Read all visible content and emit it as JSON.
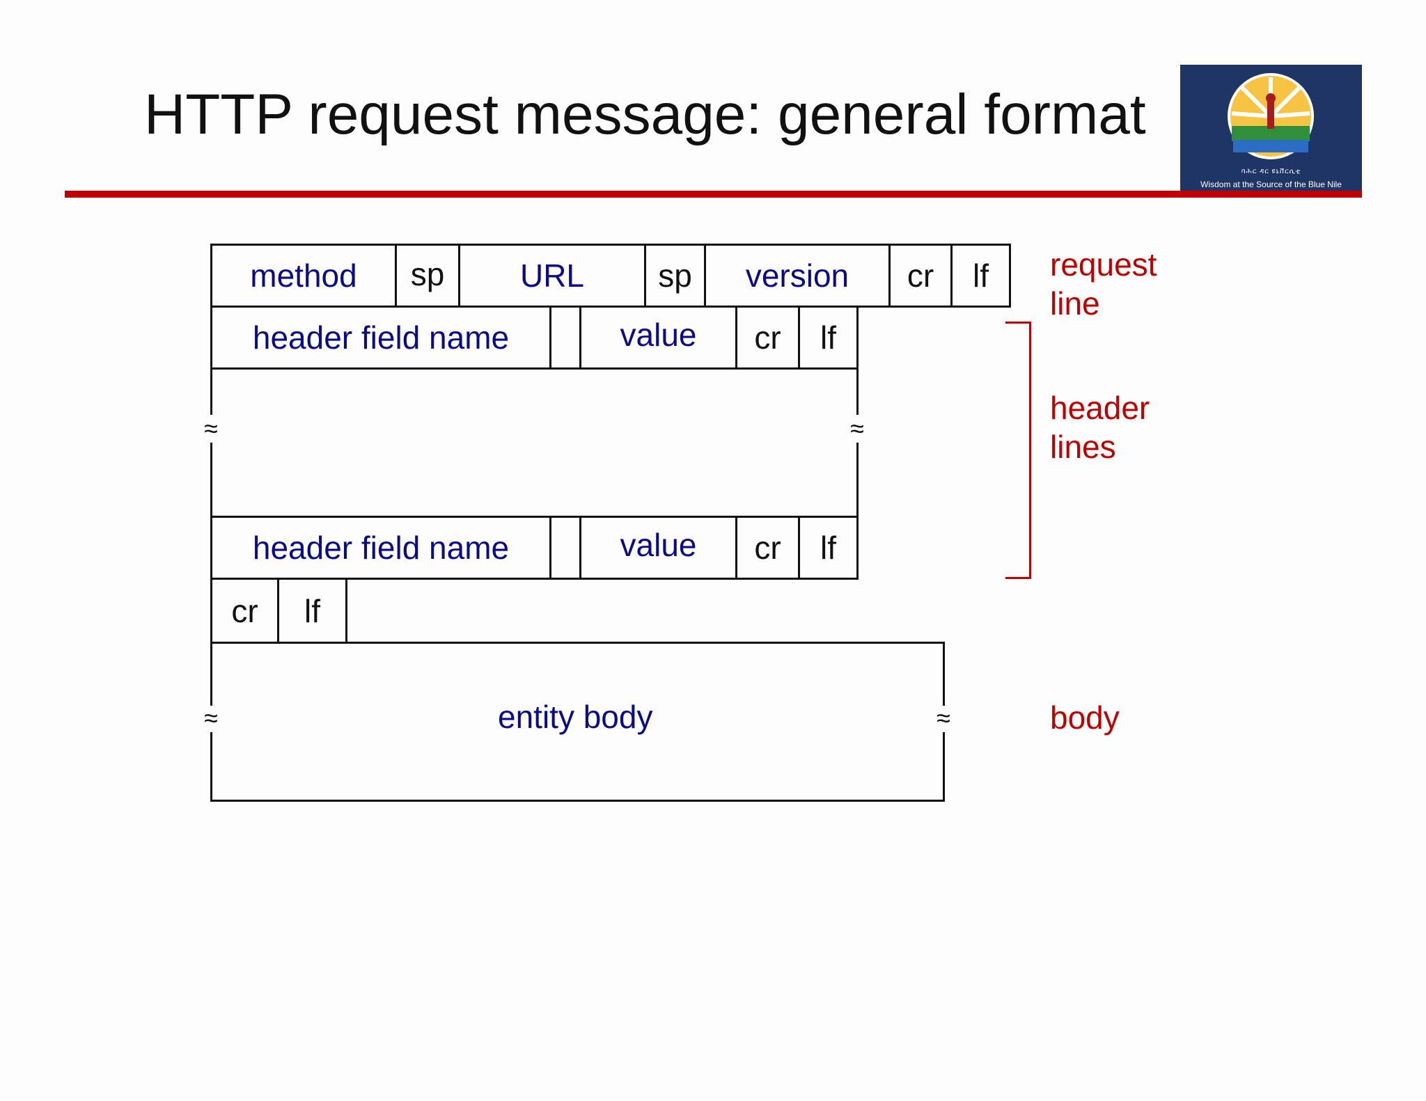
{
  "title": "HTTP request message: general format",
  "logo": {
    "amharic": "ባሕር ዳር ዩኒቨርሲቲ",
    "tagline": "Wisdom at the Source of the Blue Nile"
  },
  "colors": {
    "field_text": "#0a0a8c",
    "label_red": "#c00000",
    "rule_red": "#c00000",
    "logo_bg": "#1f3566"
  },
  "request_line": {
    "method": "method",
    "sp1": "sp",
    "url": "URL",
    "sp2": "sp",
    "version": "version",
    "cr": "cr",
    "lf": "lf"
  },
  "header_row_1": {
    "name": "header field name",
    "value": "value",
    "cr": "cr",
    "lf": "lf"
  },
  "header_row_2": {
    "name": "header field name",
    "value": "value",
    "cr": "cr",
    "lf": "lf"
  },
  "blank_line": {
    "cr": "cr",
    "lf": "lf"
  },
  "body": {
    "label": "entity body"
  },
  "break_symbol": "≈",
  "labels": {
    "request_line": [
      "request",
      "line"
    ],
    "header_lines": [
      "header",
      "lines"
    ],
    "body": "body"
  }
}
